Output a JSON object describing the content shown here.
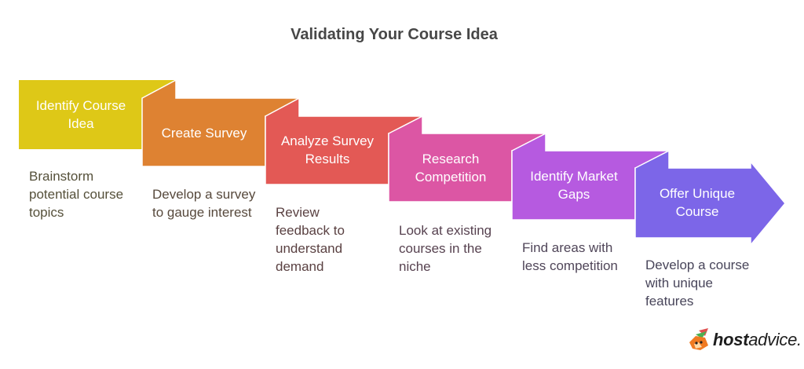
{
  "title": "Validating Your Course Idea",
  "steps": [
    {
      "label": "Identify Course Idea",
      "description": "Brainstorm potential course topics",
      "color": "#DEC817",
      "desc_color": "#55503a"
    },
    {
      "label": "Create Survey",
      "description": "Develop a survey to gauge interest",
      "color": "#DE8232",
      "desc_color": "#57493c"
    },
    {
      "label": "Analyze Survey Results",
      "description": "Review feedback to understand demand",
      "color": "#E35955",
      "desc_color": "#5a4142"
    },
    {
      "label": "Research Competition",
      "description": "Look at existing courses in the niche",
      "color": "#DC56A4",
      "desc_color": "#574250"
    },
    {
      "label": "Identify Market Gaps",
      "description": "Find areas with less competition",
      "color": "#B65AE0",
      "desc_color": "#504659"
    },
    {
      "label": "Offer Unique Course",
      "description": "Develop a course with unique features",
      "color": "#7C66E8",
      "desc_color": "#48455a"
    }
  ],
  "logo": {
    "bold": "host",
    "regular": "advice."
  }
}
